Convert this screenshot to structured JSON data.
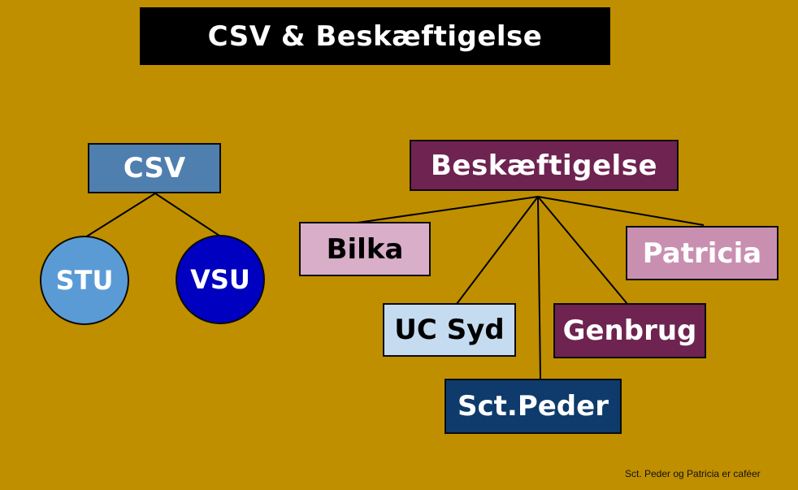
{
  "title": "CSV & Beskæftigelse",
  "left_tree": {
    "root": "CSV",
    "children": [
      "STU",
      "VSU"
    ]
  },
  "right_tree": {
    "root": "Beskæftigelse",
    "children": [
      "Bilka",
      "UC Syd",
      "Sct.Peder",
      "Genbrug",
      "Patricia"
    ]
  },
  "footnote": "Sct. Peder og Patricia er caféer",
  "colors": {
    "background": "#bf8f00",
    "title_bg": "#000000",
    "csv_box": "#4f7fae",
    "stu_circle": "#5b9bd5",
    "vsu_circle": "#0000c0",
    "beskaeftigelse_box": "#6e2350",
    "bilka_box": "#d8aec8",
    "uc_syd_box": "#c5dbf0",
    "sct_peder_box": "#0e3b6b",
    "genbrug_box": "#6e2350",
    "patricia_box": "#c98fb0"
  }
}
